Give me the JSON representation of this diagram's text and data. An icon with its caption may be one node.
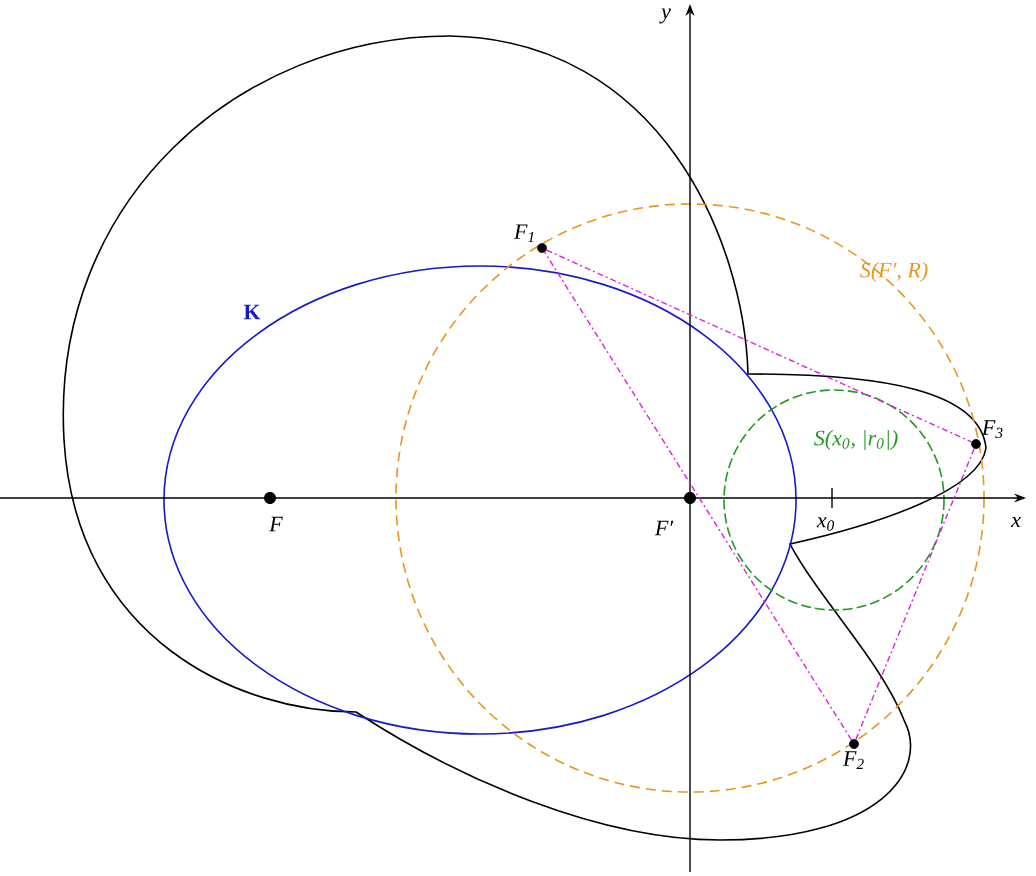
{
  "diagram": {
    "nodes": [
      {
        "text": [
          "F$_{1}$"
        ]
      },
      {
        "text": [
          "F$_{2}$"
        ]
      },
      {
        "text": [
          "F$_{3}$"
        ]
      }
    ],
    "edges": [
      {
        "from": 0,
        "to": 2,
        "arrow": "none",
        "style": "dashed",
        "color": "#dd22dd"
      },
      {
        "from": 2,
        "to": 1,
        "arrow": "none",
        "style": "dashed",
        "color": "#dd22dd"
      },
      {
        "from": 1,
        "to": 0,
        "arrow": "none",
        "style": "dashed",
        "color": "#dd22dd"
      }
    ],
    "labels": [
      "y",
      "S(F′, R)",
      "K",
      "S(x$_{0}$, |r$_{0}$|)",
      "x",
      "F",
      "F′",
      "x$_{0}$"
    ]
  }
}
